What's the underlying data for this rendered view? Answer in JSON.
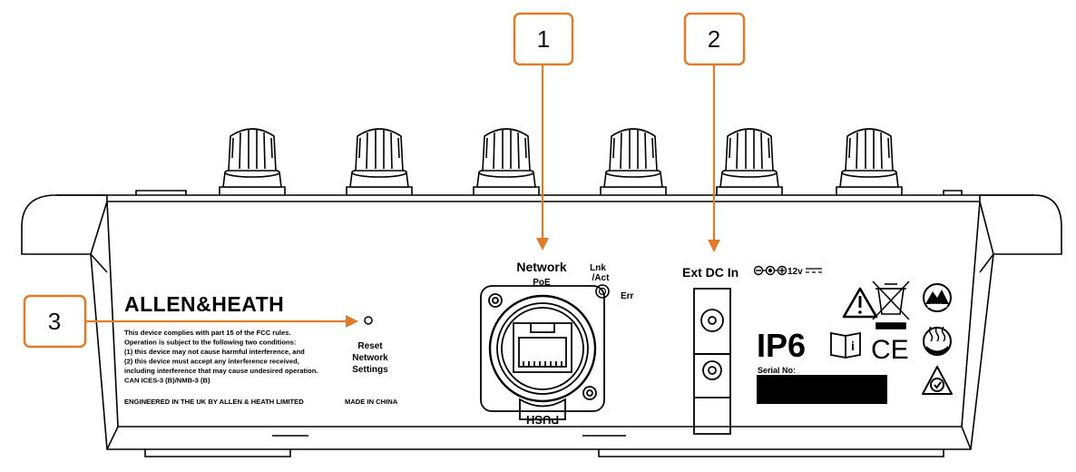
{
  "callouts": [
    {
      "number": "1"
    },
    {
      "number": "2"
    },
    {
      "number": "3"
    }
  ],
  "colors": {
    "accent": "#e07b2a",
    "line": "#000000",
    "background": "#ffffff"
  },
  "panel": {
    "brand": "ALLEN&HEATH",
    "fcc_lines": [
      "This device complies with part 15 of the FCC rules.",
      "Operation is subject to the following two conditions:",
      "(1) this device may not cause harmful interference, and",
      "(2) this device must accept any interference received,",
      "including interference that may cause undesired operation.",
      "CAN ICES-3 (B)/NMB-3 (B)"
    ],
    "engineered": "ENGINEERED IN THE UK BY ALLEN & HEATH LIMITED",
    "made_in": "MADE IN CHINA",
    "reset": [
      "Reset",
      "Network",
      "Settings"
    ],
    "network": "Network",
    "poe": "PoE",
    "lnk": "Lnk",
    "act": "/Act",
    "err": "Err",
    "push": "PUSH",
    "ext_dc": "Ext DC In",
    "dc_rating": "12v",
    "ip_rating": "IP6",
    "serial_label": "Serial No:",
    "altitude": "≤3000m"
  },
  "icons": [
    "warning-triangle-icon",
    "weee-bin-icon",
    "manual-info-icon",
    "ce-mark-icon",
    "altitude-icon",
    "tropical-climate-icon",
    "rcm-mark-icon",
    "dc-polarity-icon"
  ]
}
